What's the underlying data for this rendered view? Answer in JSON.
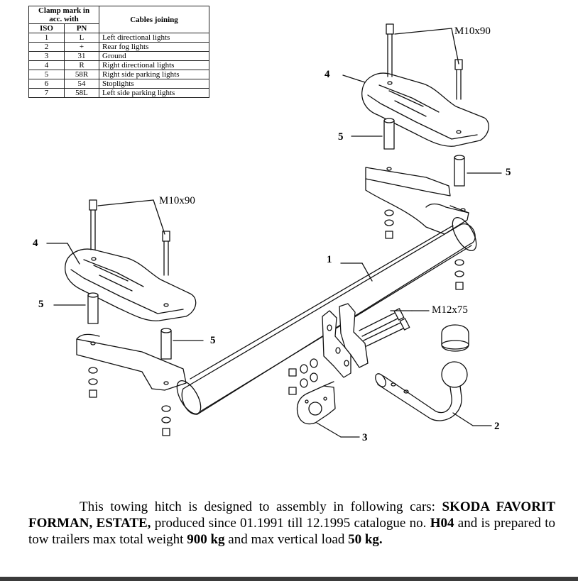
{
  "table": {
    "header_group": "Clamp mark in acc. with",
    "header_iso": "ISO",
    "header_pn": "PN",
    "header_cables": "Cables joining",
    "rows": [
      {
        "iso": "1",
        "pn": "L",
        "cable": "Left directional lights"
      },
      {
        "iso": "2",
        "pn": "+",
        "cable": "Rear fog lights"
      },
      {
        "iso": "3",
        "pn": "31",
        "cable": "Ground"
      },
      {
        "iso": "4",
        "pn": "R",
        "cable": "Right directional lights"
      },
      {
        "iso": "5",
        "pn": "58R",
        "cable": "Right side parking lights"
      },
      {
        "iso": "6",
        "pn": "54",
        "cable": "Stoplights"
      },
      {
        "iso": "7",
        "pn": "58L",
        "cable": "Left side parking lights"
      }
    ]
  },
  "labels": {
    "bolt_right": "M10x90",
    "bolt_left": "M10x90",
    "bolt_ball": "M12x75",
    "part_1": "1",
    "part_2": "2",
    "part_3": "3",
    "part_4_right": "4",
    "part_4_left": "4",
    "part_5_right_a": "5",
    "part_5_right_b": "5",
    "part_5_left_a": "5",
    "part_5_left_b": "5"
  },
  "description": {
    "intro": "This towing hitch is designed to assembly in following cars:",
    "cars": "SKODA FAVORIT FORMAN, ESTATE,",
    "produced": " produced since 01.1991 till 12.1995 catalogue no. ",
    "catalogue": "H04",
    "prepared": " and is prepared to tow trailers max total weight ",
    "weight": "900 kg",
    "load_text": " and max vertical load ",
    "load": "50 kg."
  },
  "colors": {
    "line": "#111111",
    "bar": "#3b3b3b"
  }
}
